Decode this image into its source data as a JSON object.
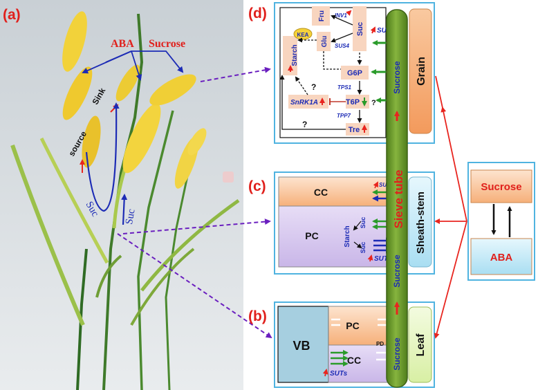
{
  "panel_labels": {
    "a": "(a)",
    "b": "(b)",
    "c": "(c)",
    "d": "(d)"
  },
  "photo": {
    "aba": "ABA",
    "sucrose": "Sucrose",
    "sink": "Sink",
    "source": "source",
    "suc_left": "Suc",
    "suc_right": "Suc"
  },
  "grain": {
    "organ_label": "Grain",
    "fru": "Fru",
    "suc": "Suc",
    "starch": "Starch",
    "kea": "KEA",
    "glu": "Glu",
    "inv1": "INV1",
    "sus4": "SUS4",
    "suts": "SUTs",
    "g6p": "G6P",
    "tps1": "TPS1",
    "t6p": "T6P",
    "snrk1a": "SnRK1A",
    "tpp7": "TPP7",
    "tre": "Tre",
    "question": "?",
    "tube_sucrose": "Sucrose"
  },
  "sheath": {
    "organ_label": "Sheath-stem",
    "cc": "CC",
    "pc": "PC",
    "suts_top": "SUTs",
    "suts_bottom": "SUTs",
    "starch": "Starch",
    "suc_top": "Suc",
    "suc_bottom": "Suc",
    "sieve_tube": "Sieve tube",
    "tube_sucrose": "Sucrose"
  },
  "leaf": {
    "organ_label": "Leaf",
    "vb": "VB",
    "pc": "PC",
    "cc": "CC",
    "pd": "PD",
    "suts": "SUTs",
    "tube_sucrose": "Sucrose"
  },
  "regulation": {
    "sucrose": "Sucrose",
    "aba": "ABA"
  },
  "colors": {
    "frame_blue": "#4fb3e0",
    "arrow_red": "#e8251f",
    "arrow_blue": "#1c2bb5",
    "arrow_green": "#2a9b2a",
    "tube_green": "#6b9a2c",
    "salmon_box": "#f8d5bf",
    "grain_orange": "#f6b682",
    "sheath_cyan": "#d3f0fa",
    "leaf_green": "#e9f7c6",
    "pc_lilac": "#ddd0f0",
    "vb_blue": "#a6cfe0",
    "label_red": "#e0201c"
  }
}
